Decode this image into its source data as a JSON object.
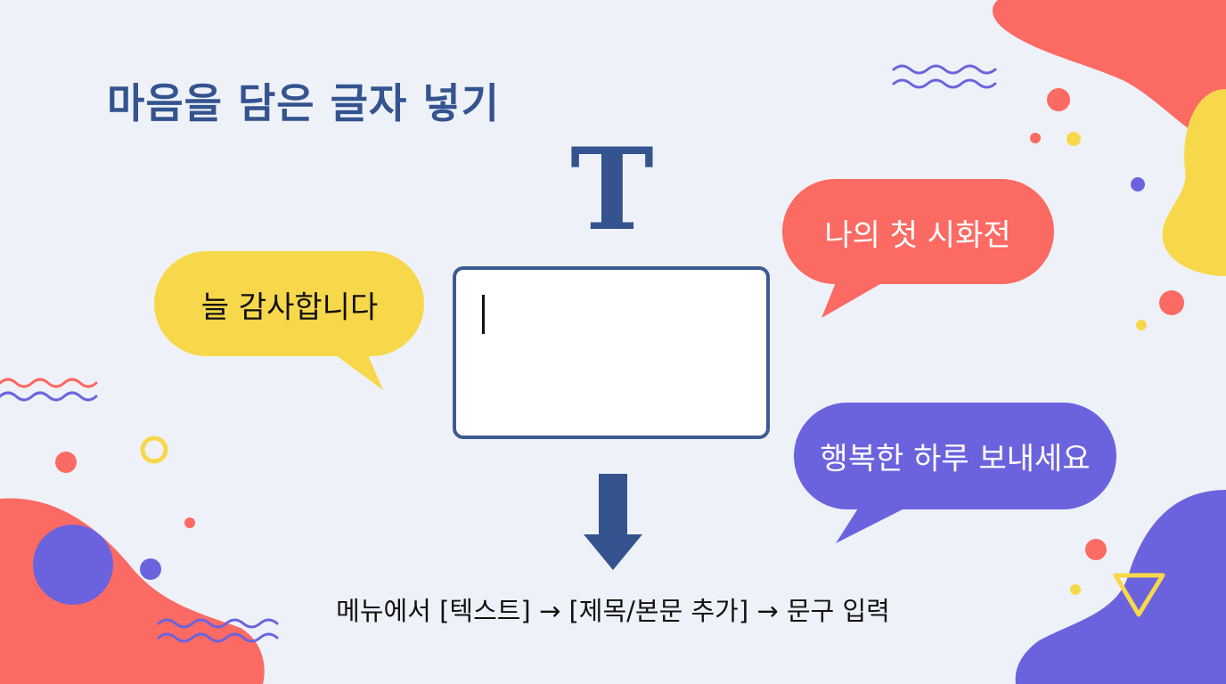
{
  "title": "마음을 담은 글자 넣기",
  "text_tool_glyph": "T",
  "bubbles": {
    "yellow": "늘 감사합니다",
    "red": "나의 첫 시화전",
    "purple": "행복한 하루 보내세요"
  },
  "instruction": "메뉴에서 [텍스트] → [제목/본문 추가] → 문구 입력",
  "colors": {
    "title": "#34538f",
    "yellow": "#f8d84b",
    "red": "#fb6a63",
    "purple": "#6b63de",
    "background": "#eef2f8"
  },
  "icons": [
    "text-tool-icon",
    "down-arrow-icon"
  ]
}
